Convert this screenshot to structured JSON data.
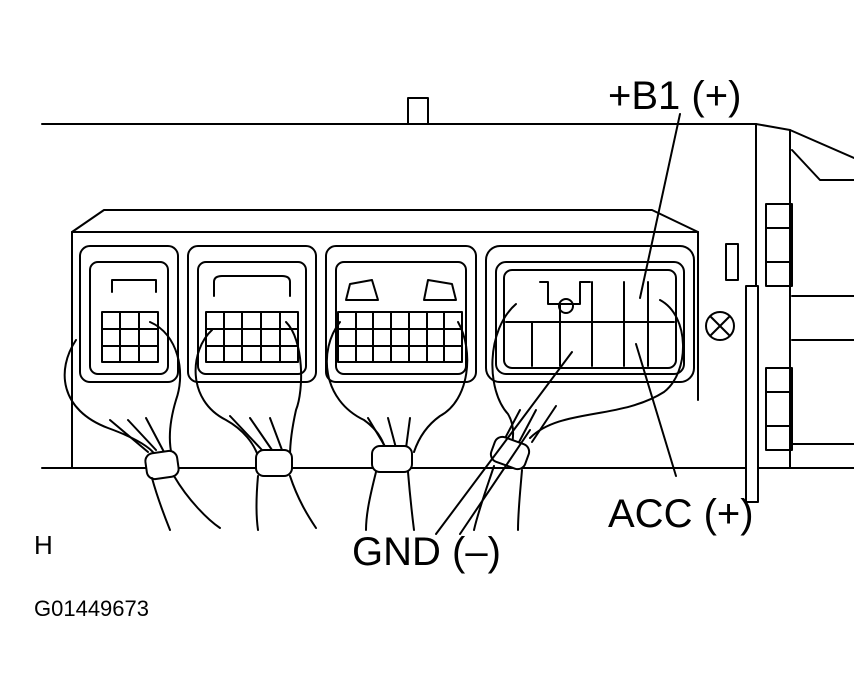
{
  "labels": {
    "b1": "+B1 (+)",
    "acc": "ACC (+)",
    "gnd": "GND (–)",
    "view": "H",
    "figure_id": "G01449673"
  },
  "colors": {
    "line": "#000000",
    "background": "#ffffff"
  }
}
